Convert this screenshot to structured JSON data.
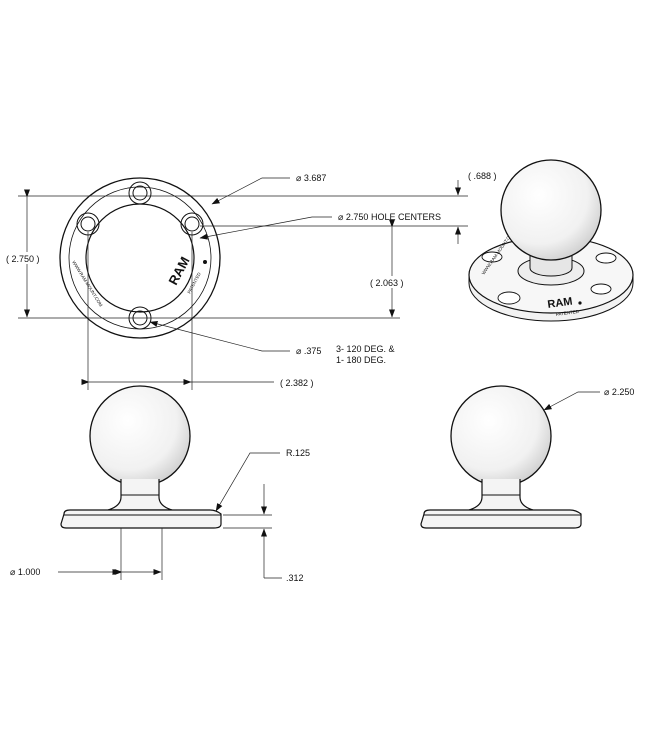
{
  "dimensions": {
    "overall_dia": "⌀ 3.687",
    "hole_centers": "⌀ 2.750 HOLE CENTERS",
    "height_left": "( 2.750 )",
    "offset_688": "( .688 )",
    "offset_2063": "( 2.063 )",
    "hole_dia": "⌀ .375",
    "hole_note_1": "3- 120 DEG. &",
    "hole_note_2": "1- 180 DEG.",
    "width_2382": "( 2.382 )",
    "radius": "R.125",
    "ball_dia": "⌀ 2.250",
    "neck_dia": "⌀ 1.000",
    "thickness": ".312"
  },
  "branding": {
    "logo": "RAM",
    "patented": "PATENTED",
    "website": "WWW.RAM-MOUNT.COM"
  },
  "colors": {
    "line": "#111111",
    "background": "#ffffff"
  }
}
